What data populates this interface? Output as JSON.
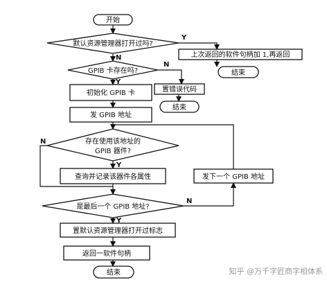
{
  "nodes": {
    "start": "开始",
    "q_opened": "默认资源管理器打开过吗?",
    "ret_plus": "上次返回的软件句柄加 1,再返回",
    "end_right": "结束",
    "q_gpib": "GPIB 卡存在吗?",
    "set_error": "置错误代码",
    "end_mid": "结束",
    "init_gpib": "初始化 GPIB 卡",
    "send_addr": "发 GPIB 地址",
    "q_device_l1": "存在使用该地址的",
    "q_device_l2": "GPIB 器件?",
    "query_record": "查询并记录该器件各属性",
    "send_next": "发下一个 GPIB 地址",
    "q_last": "是最后一个 GPIB 地址?",
    "set_flag": "置默认资源管理器打开过标志",
    "return_handle": "返回一软件句柄",
    "end_bottom": "结束"
  },
  "labels": {
    "y": "Y",
    "n": "N"
  },
  "watermark": "知乎 @万千字匠商字相体系"
}
